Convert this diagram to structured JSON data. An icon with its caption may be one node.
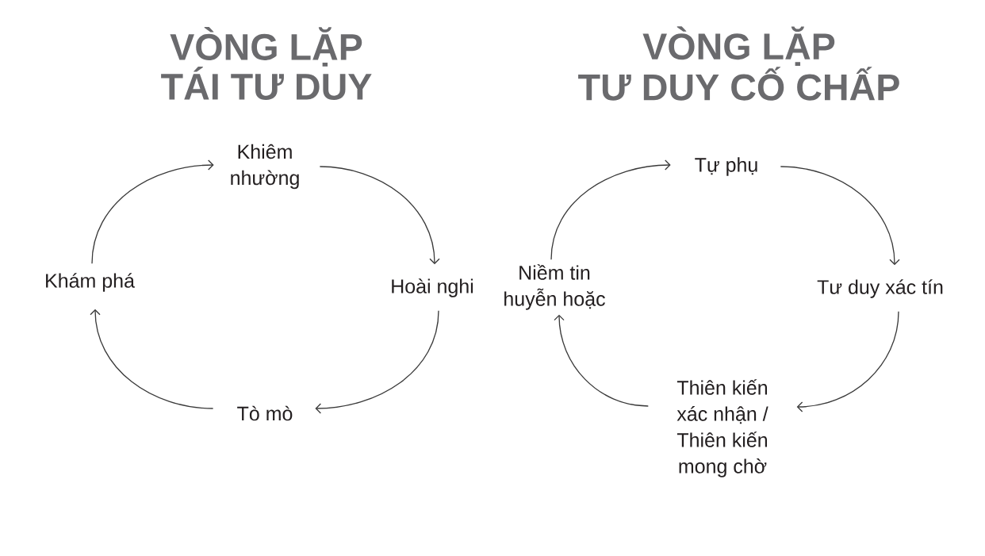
{
  "diagram": {
    "nodes": [
      {
        "text": [
          "Khiêm nhường"
        ]
      },
      {
        "text": [
          "Khám phá"
        ]
      },
      {
        "text": [
          "Hoài nghi"
        ]
      },
      {
        "text": [
          "Tò mò"
        ]
      },
      {
        "text": [
          "Tự phụ"
        ]
      },
      {
        "text": [
          "Niềm tin huyễn hoặc"
        ]
      },
      {
        "text": [
          "Tư duy xác tín"
        ]
      },
      {
        "text": [
          "Thiên kiến xác nhận / Thiên kiến mong chờ"
        ]
      }
    ],
    "edges": [
      {
        "from": 0,
        "to": 2,
        "arrow": "to"
      },
      {
        "from": 2,
        "to": 3,
        "arrow": "to"
      },
      {
        "from": 3,
        "to": 1,
        "arrow": "to"
      },
      {
        "from": 1,
        "to": 0,
        "arrow": "to"
      },
      {
        "from": 4,
        "to": 6,
        "arrow": "to"
      },
      {
        "from": 6,
        "to": 7,
        "arrow": "to"
      },
      {
        "from": 7,
        "to": 5,
        "arrow": "to"
      },
      {
        "from": 5,
        "to": 4,
        "arrow": "to"
      }
    ],
    "labels": [
      "VÒNG LẶP TÁI TƯ DUY",
      "VÒNG LẶP TƯ DUY CỐ CHẤP"
    ]
  }
}
